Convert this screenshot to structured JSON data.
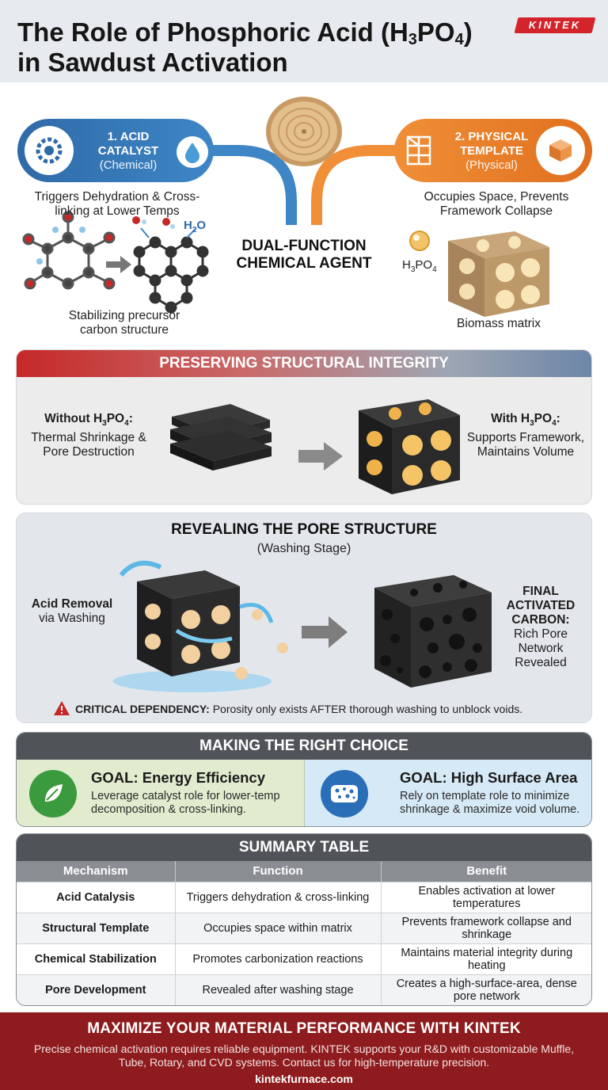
{
  "header": {
    "title_part1": "The Role of Phosphoric Acid (H",
    "title_sub1": "3",
    "title_part2": "PO",
    "title_sub2": "4",
    "title_part3": ")",
    "title_line2": "in Sawdust Activation",
    "logo": "KINTEK"
  },
  "dual_function": {
    "center_label": "DUAL-FUNCTION CHEMICAL AGENT",
    "left": {
      "title": "1. ACID CATALYST",
      "subtitle": "(Chemical)",
      "description": "Triggers Dehydration & Cross-linking at Lower Temps",
      "water_label_main": "H",
      "water_label_sub": "2",
      "water_label_end": "O",
      "caption": "Stabilizing precursor carbon structure"
    },
    "right": {
      "title": "2. PHYSICAL TEMPLATE",
      "subtitle": "(Physical)",
      "description": "Occupies Space, Prevents Framework Collapse",
      "acid_label_main": "H",
      "acid_label_sub1": "3",
      "acid_label_mid": "PO",
      "acid_label_sub2": "4",
      "caption": "Biomass matrix"
    }
  },
  "integrity": {
    "title": "PRESERVING STRUCTURAL INTEGRITY",
    "without_bold": "Without H",
    "without_sub1": "3",
    "without_mid": "PO",
    "without_sub2": "4",
    "without_colon": ":",
    "without_text": "Thermal Shrinkage & Pore Destruction",
    "with_bold": "With H",
    "with_sub1": "3",
    "with_mid": "PO",
    "with_sub2": "4",
    "with_colon": ":",
    "with_text": "Supports Framework, Maintains Volume"
  },
  "pores": {
    "title": "REVEALING THE PORE STRUCTURE",
    "subtitle": "(Washing Stage)",
    "left_bold": "Acid Removal",
    "left_text": "via Washing",
    "right_bold": "FINAL ACTIVATED CARBON:",
    "right_text": "Rich Pore Network Revealed",
    "warning_bold": "CRITICAL DEPENDENCY:",
    "warning_text": " Porosity only exists AFTER thorough washing to unblock voids."
  },
  "choice": {
    "title": "MAKING THE RIGHT CHOICE",
    "green": {
      "title": "GOAL: Energy Efficiency",
      "text": "Leverage catalyst role for lower-temp decomposition & cross-linking."
    },
    "blue": {
      "title": "GOAL: High Surface Area",
      "text": "Rely on template role to minimize shrinkage & maximize void volume."
    }
  },
  "summary": {
    "title": "SUMMARY TABLE",
    "columns": [
      "Mechanism",
      "Function",
      "Benefit"
    ],
    "rows": [
      [
        "Acid Catalysis",
        "Triggers dehydration & cross-linking",
        "Enables activation at lower temperatures"
      ],
      [
        "Structural Template",
        "Occupies space within matrix",
        "Prevents framework collapse and shrinkage"
      ],
      [
        "Chemical Stabilization",
        "Promotes carbonization reactions",
        "Maintains material integrity during heating"
      ],
      [
        "Pore Development",
        "Revealed after washing stage",
        "Creates a high-surface-area, dense pore network"
      ]
    ]
  },
  "footer": {
    "title": "MAXIMIZE YOUR MATERIAL PERFORMANCE WITH KINTEK",
    "text": "Precise chemical activation requires reliable equipment. KINTEK supports your R&D with customizable Muffle, Tube, Rotary, and CVD systems. Contact us for high-temperature precision.",
    "url": "kintekfurnace.com"
  },
  "colors": {
    "blue_accent": "#3e86c6",
    "orange_accent": "#f08f37",
    "red_accent": "#c62828",
    "footer_bg": "#8e1b1d"
  }
}
